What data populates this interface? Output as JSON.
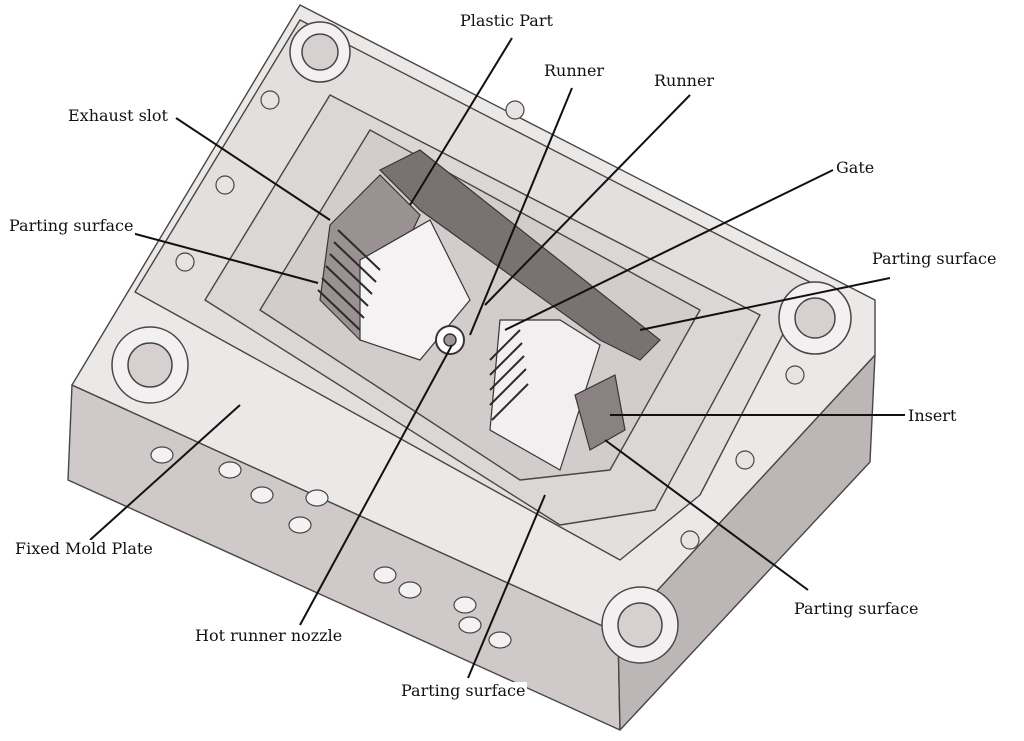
{
  "labels": {
    "plastic_part": "Plastic Part",
    "runner_1": "Runner",
    "runner_2": "Runner",
    "exhaust_slot": "Exhaust slot",
    "gate": "Gate",
    "parting_surface_left": "Parting surface",
    "parting_surface_right": "Parting surface",
    "insert": "Insert",
    "fixed_mold_plate": "Fixed Mold Plate",
    "hot_runner_nozzle": "Hot runner nozzle",
    "parting_surface_bottom": "Parting surface",
    "parting_surface_bottom_right": "Parting surface"
  },
  "colors": {
    "plate_top": "#ebe8e8",
    "plate_side_front": "#cfc9c9",
    "plate_side_left": "#d9d4d4",
    "edge": "#4a4545",
    "leader": "#111111"
  }
}
